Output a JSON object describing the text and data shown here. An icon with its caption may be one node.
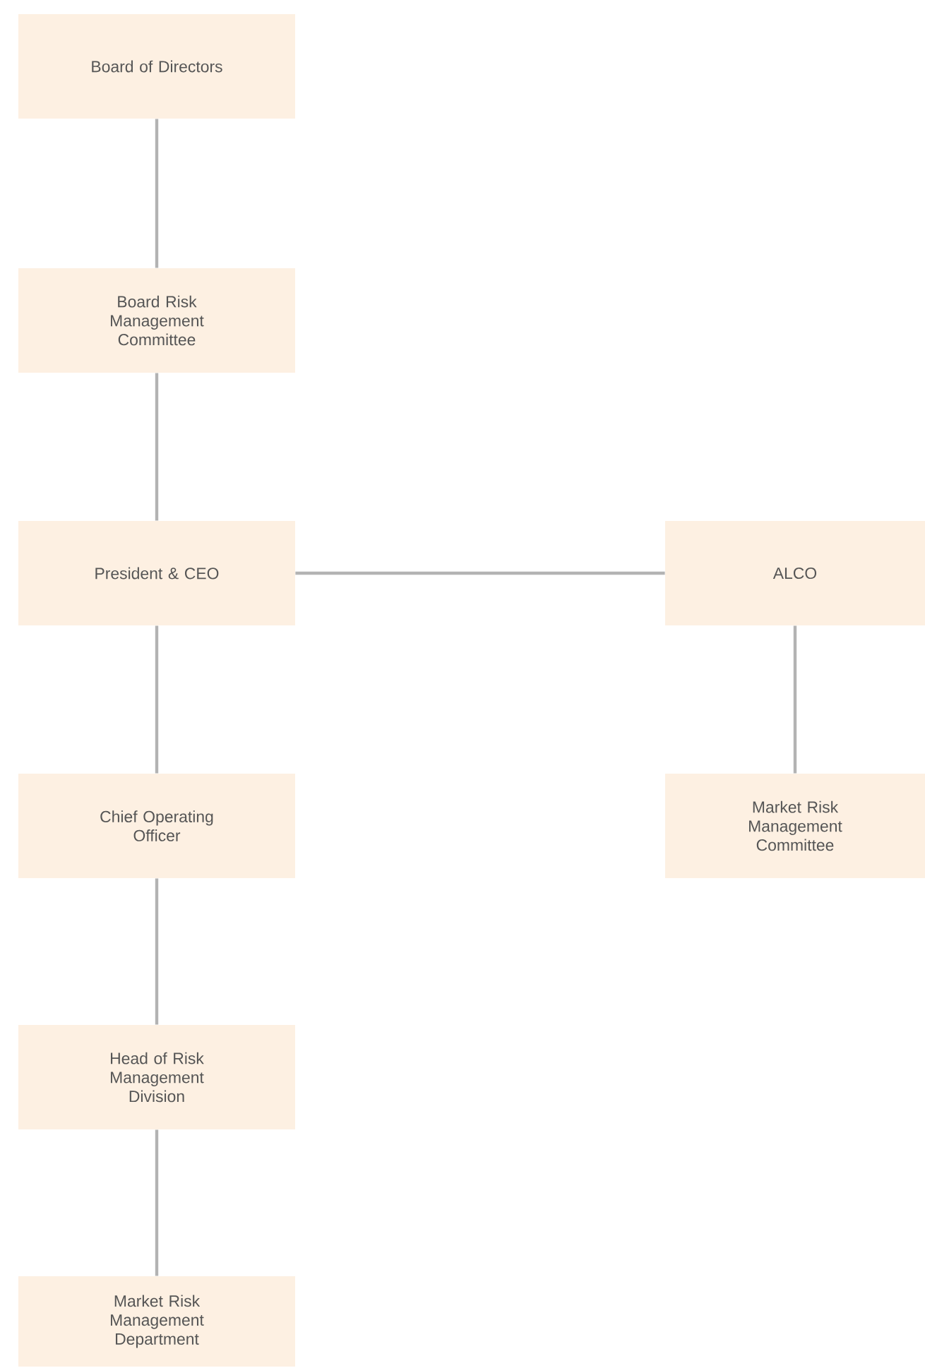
{
  "diagram": {
    "nodes": [
      {
        "text": [
          "Board of Directors"
        ]
      },
      {
        "text": [
          "Board Risk Management Committee"
        ]
      },
      {
        "text": [
          "President & CEO"
        ]
      },
      {
        "text": [
          "Chief Operating Officer"
        ]
      },
      {
        "text": [
          "Head of Risk Management Division"
        ]
      },
      {
        "text": [
          "Market Risk Management Department"
        ]
      },
      {
        "text": [
          "ALCO"
        ]
      },
      {
        "text": [
          "Market Risk Management Committee"
        ]
      }
    ],
    "edges": [
      {
        "from": 0,
        "to": 1,
        "arrow": "none"
      },
      {
        "from": 1,
        "to": 2,
        "arrow": "none"
      },
      {
        "from": 2,
        "to": 3,
        "arrow": "none"
      },
      {
        "from": 3,
        "to": 4,
        "arrow": "none"
      },
      {
        "from": 4,
        "to": 5,
        "arrow": "none"
      },
      {
        "from": 2,
        "to": 6,
        "arrow": "none"
      },
      {
        "from": 6,
        "to": 7,
        "arrow": "none"
      }
    ]
  }
}
